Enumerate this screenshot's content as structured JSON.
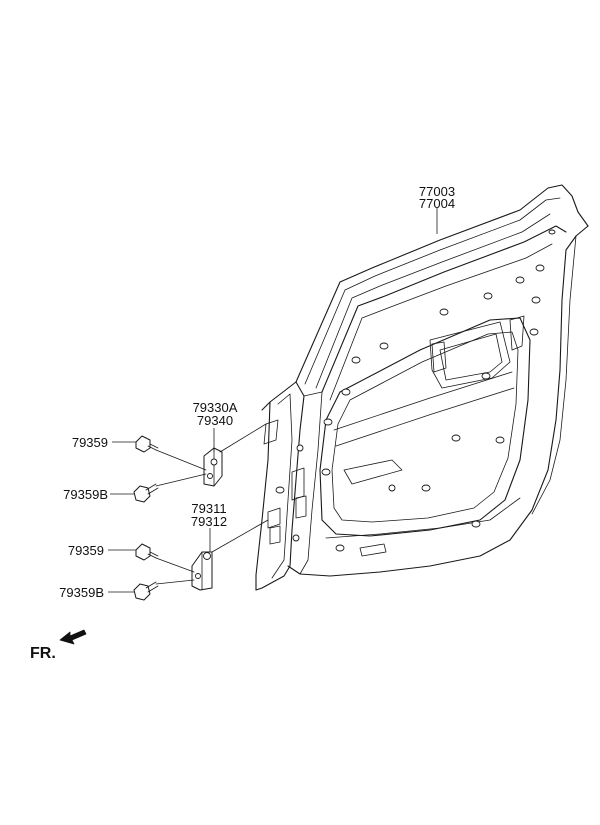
{
  "diagram": {
    "callouts": {
      "door_panel_a": "77003",
      "door_panel_b": "77004",
      "upper_hinge_a": "79330A",
      "upper_hinge_b": "79340",
      "lower_hinge_a": "79311",
      "lower_hinge_b": "79312",
      "bolt_upper_1": "79359",
      "bolt_upper_2": "79359B",
      "bolt_lower_1": "79359",
      "bolt_lower_2": "79359B"
    },
    "direction_label": "FR."
  }
}
